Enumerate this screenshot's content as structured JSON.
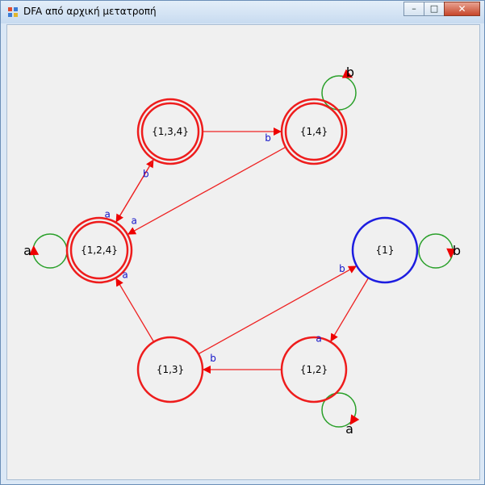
{
  "window": {
    "title": "DFA από αρχική μετατροπή",
    "controls": {
      "minimize": "–",
      "maximize": "□",
      "close": "✕"
    }
  },
  "colors": {
    "accepting_state": "#ee1c1c",
    "start_state": "#1d1de0",
    "transition": "#ee2222",
    "self_loop": "#2aa02a",
    "transition_label": "#1414c8",
    "loop_label": "#000000"
  },
  "states": [
    {
      "id": "s134",
      "label": "{1,3,4}",
      "accepting": true
    },
    {
      "id": "s14",
      "label": "{1,4}",
      "accepting": true
    },
    {
      "id": "s124",
      "label": "{1,2,4}",
      "accepting": true
    },
    {
      "id": "s1",
      "label": "{1}",
      "accepting": false,
      "start": true
    },
    {
      "id": "s13",
      "label": "{1,3}",
      "accepting": false
    },
    {
      "id": "s12",
      "label": "{1,2}",
      "accepting": false
    }
  ],
  "transitions": [
    {
      "from": "s134",
      "to": "s14",
      "symbol": "b"
    },
    {
      "from": "s124",
      "to": "s134",
      "symbol": "b"
    },
    {
      "from": "s134",
      "to": "s124",
      "symbol": "a"
    },
    {
      "from": "s14",
      "to": "s124",
      "symbol": "a"
    },
    {
      "from": "s13",
      "to": "s124",
      "symbol": "a"
    },
    {
      "from": "s13",
      "to": "s1",
      "symbol": "b"
    },
    {
      "from": "s1",
      "to": "s12",
      "symbol": "a"
    },
    {
      "from": "s12",
      "to": "s13",
      "symbol": "b"
    }
  ],
  "self_loops": [
    {
      "state": "s14",
      "symbol": "b"
    },
    {
      "state": "s124",
      "symbol": "a"
    },
    {
      "state": "s1",
      "symbol": "b"
    },
    {
      "state": "s12",
      "symbol": "a"
    }
  ]
}
